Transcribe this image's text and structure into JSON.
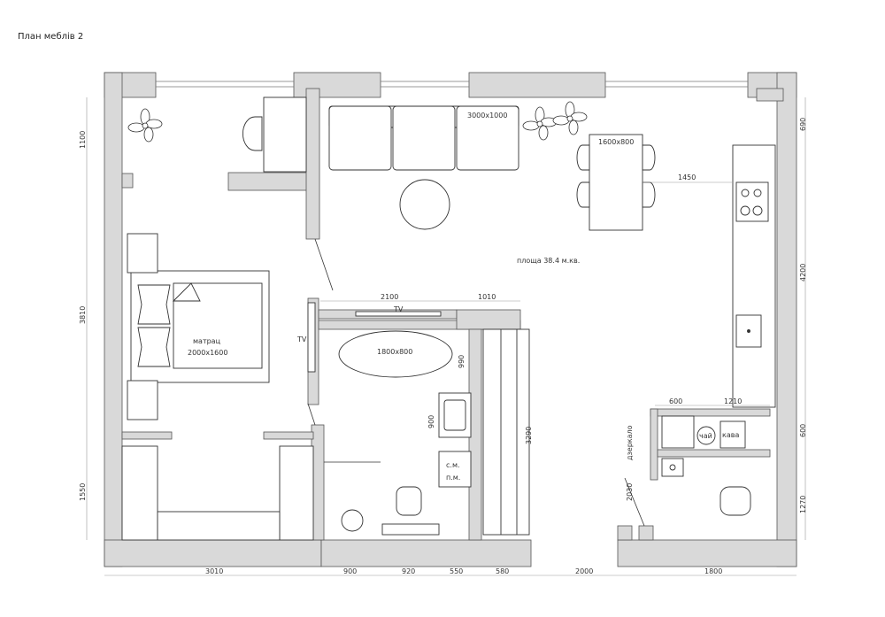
{
  "title": "План меблів 2",
  "area_label": "площа 38.4 м.кв.",
  "furniture": {
    "sofa": "3000x1000",
    "dining_table": "1600x800",
    "bed_line1": "матрац",
    "bed_line2": "2000x1600",
    "bathtub": "1800x800",
    "tv_living": "TV",
    "tv_bedroom": "TV",
    "washer_line1": "с.м.",
    "washer_line2": "п.м.",
    "tea": "чай",
    "coffee": "кава",
    "mirror": "дзеркало"
  },
  "dimensions": {
    "bottom": [
      "3010",
      "900",
      "920",
      "550",
      "580",
      "2000",
      "1800"
    ],
    "left": [
      "1100",
      "3810",
      "1550"
    ],
    "right": [
      "690",
      "4200",
      "600",
      "1270"
    ],
    "inner": {
      "d2100": "2100",
      "d1010": "1010",
      "d990": "990",
      "d900": "900",
      "d3290": "3290",
      "d1450": "1450",
      "d600": "600",
      "d1210": "1210",
      "d2030": "2030"
    }
  }
}
